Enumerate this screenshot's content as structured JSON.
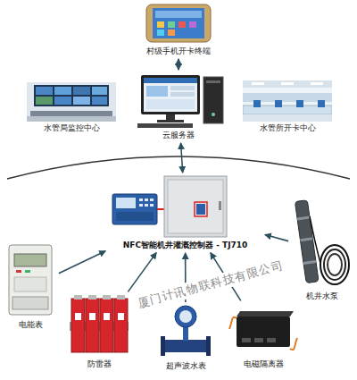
{
  "diagram": {
    "nodes": [
      {
        "text": [
          "村级手机开卡终端"
        ]
      },
      {
        "text": [
          "水管局监控中心"
        ]
      },
      {
        "text": [
          "云服务器"
        ]
      },
      {
        "text": [
          "水管所开卡中心"
        ]
      },
      {
        "text": [
          "NFC智能机井灌溉控制器 - TJ710"
        ]
      },
      {
        "text": [
          "电能表"
        ]
      },
      {
        "text": [
          "防雷器"
        ]
      },
      {
        "text": [
          "超声波水表"
        ]
      },
      {
        "text": [
          "电磁隔离器"
        ]
      },
      {
        "text": [
          "机井水泵"
        ]
      }
    ],
    "edges": [
      {
        "from": 0,
        "to": 2,
        "arrow": "both"
      },
      {
        "from": 2,
        "to": 4,
        "arrow": "both"
      },
      {
        "from": 5,
        "to": 4,
        "arrow": "to"
      },
      {
        "from": 6,
        "to": 4,
        "arrow": "to"
      },
      {
        "from": 7,
        "to": 4,
        "arrow": "to"
      },
      {
        "from": 8,
        "to": 4,
        "arrow": "to"
      },
      {
        "from": 9,
        "to": 4,
        "arrow": "to"
      }
    ],
    "labels": [
      "厦门计讯物联科技有限公司"
    ]
  }
}
